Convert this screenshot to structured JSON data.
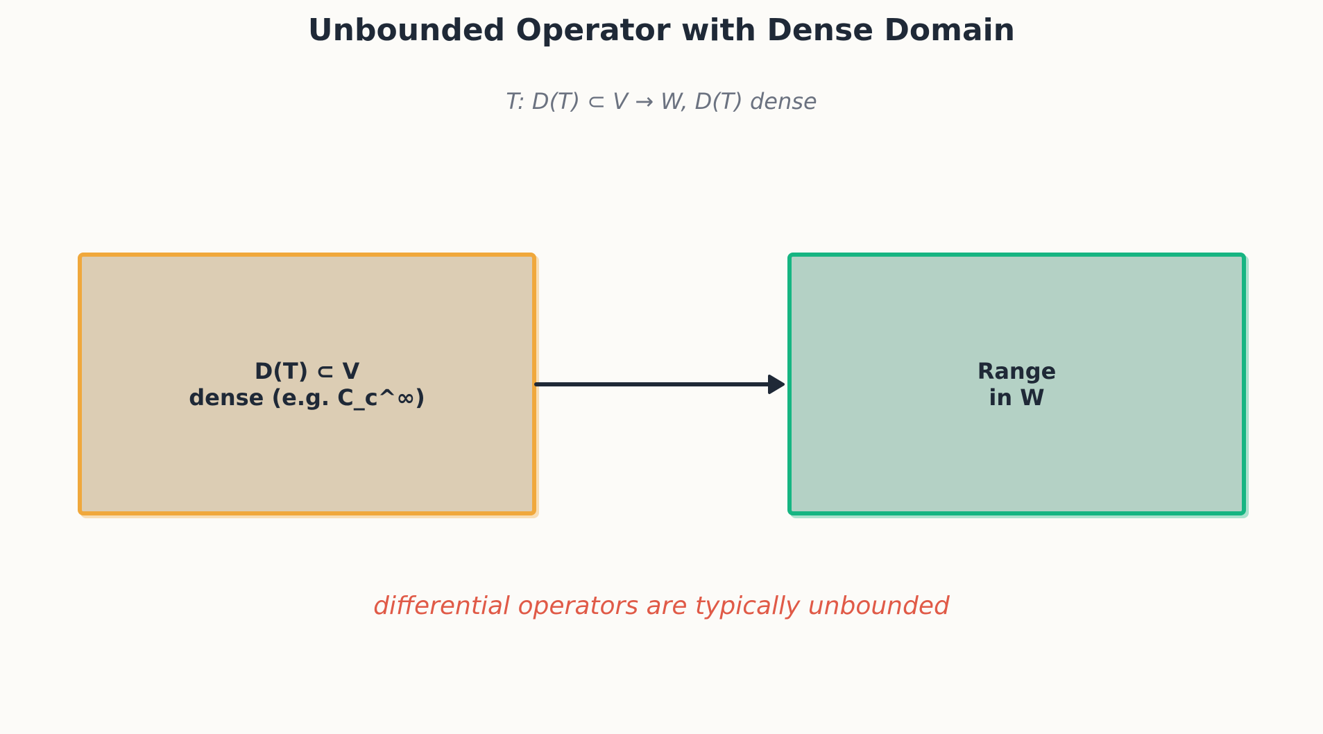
{
  "title": "Unbounded Operator with Dense Domain",
  "subtitle": "T: D(T) ⊂ V → W, D(T) dense",
  "nodes": {
    "domain": {
      "label": "D(T) ⊂ V\ndense (e.g. C_c^∞)",
      "fill": "#dccdb4",
      "border": "#f0a83c"
    },
    "range": {
      "label": "Range\nin W",
      "fill": "#b4d1c5",
      "border": "#16b582"
    }
  },
  "edge": {
    "from": "domain",
    "to": "range",
    "color": "#1f2937"
  },
  "note": "differential operators are typically unbounded",
  "colors": {
    "background": "#fcfbf8",
    "title": "#1f2937",
    "subtitle": "#6b7280",
    "note": "#e05a47"
  }
}
